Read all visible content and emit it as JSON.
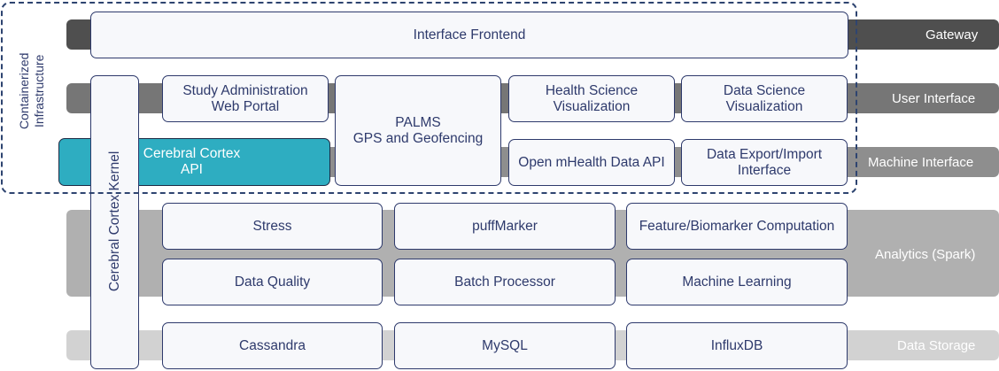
{
  "layers": {
    "gateway": {
      "label": "Gateway",
      "color": "#4f4f4f"
    },
    "user_interface": {
      "label": "User Interface",
      "color": "#767676"
    },
    "machine_interface": {
      "label": "Machine Interface",
      "color": "#8e8e8e"
    },
    "analytics": {
      "label": "Analytics (Spark)",
      "color": "#b0b0b0"
    },
    "data_storage": {
      "label": "Data Storage",
      "color": "#d2d2d2"
    }
  },
  "containerized": {
    "line1": "Containerized",
    "line2": "Infrastructure"
  },
  "kernel": {
    "label": "Cerebral Cortex Kernel"
  },
  "components": {
    "interface_frontend": "Interface Frontend",
    "study_admin": "Study Administration\nWeb Portal",
    "palms": "PALMS\nGPS and Geofencing",
    "health_viz": "Health Science\nVisualization",
    "data_viz": "Data Science\nVisualization",
    "cortex_api": "Cerebral Cortex\nAPI",
    "mhealth_api": "Open mHealth Data API",
    "export_import": "Data Export/Import\nInterface",
    "stress": "Stress",
    "puffmarker": "puffMarker",
    "feature_biomarker": "Feature/Biomarker Computation",
    "data_quality": "Data Quality",
    "batch_processor": "Batch Processor",
    "machine_learning": "Machine Learning",
    "cassandra": "Cassandra",
    "mysql": "MySQL",
    "influxdb": "InfluxDB"
  },
  "colors": {
    "accent_teal": "#2eadc1",
    "box_border": "#2e3a6c",
    "box_fill": "#f7f8fb",
    "text_navy": "#2e3a6c"
  }
}
